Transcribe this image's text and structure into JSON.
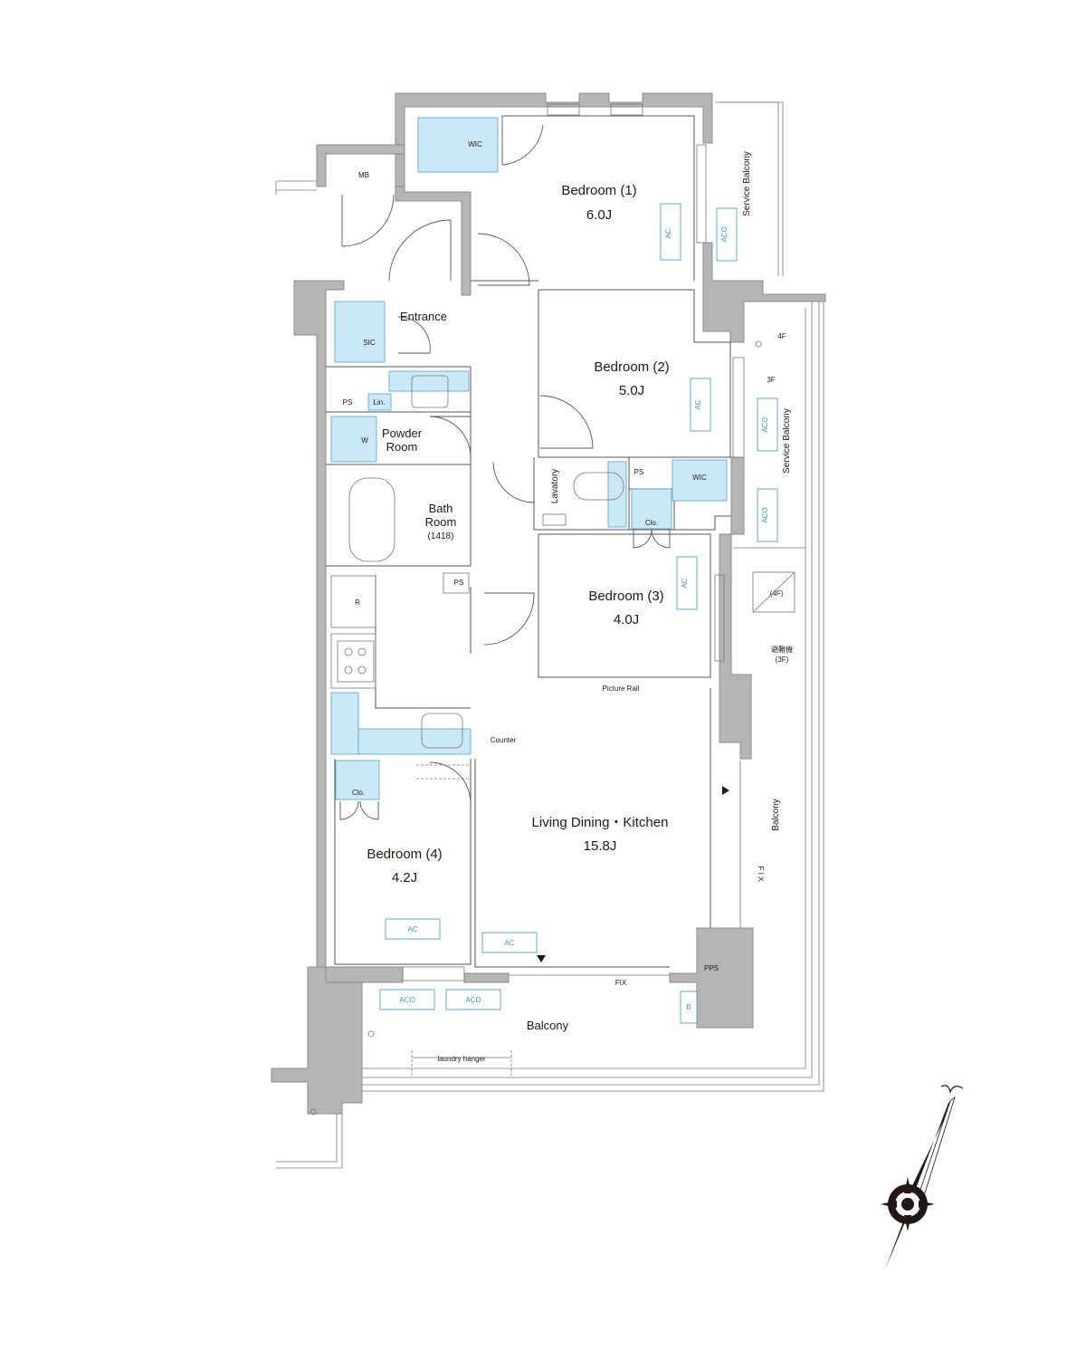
{
  "rooms": {
    "bedroom1": {
      "name": "Bedroom (1)",
      "size": "6.0J"
    },
    "bedroom2": {
      "name": "Bedroom (2)",
      "size": "5.0J"
    },
    "bedroom3": {
      "name": "Bedroom (3)",
      "size": "4.0J"
    },
    "bedroom4": {
      "name": "Bedroom (4)",
      "size": "4.2J"
    },
    "ldk": {
      "name": "Living Dining・Kitchen",
      "size": "15.8J"
    },
    "entrance": "Entrance",
    "powder_room": [
      "Powder",
      "Room"
    ],
    "bath_room": [
      "Bath",
      "Room",
      "(1418)"
    ],
    "lavatory": "Lavatory"
  },
  "fixtures": {
    "wic": "WIC",
    "mb": "MB",
    "sic": "SIC",
    "ps": "PS",
    "lin": "Lin.",
    "w": "W",
    "clo": "Clo.",
    "r": "R",
    "counter": "Counter",
    "picture_rail": "Picture Rail",
    "fix": "FIX",
    "fix_vertical": "F I X",
    "pps": "PPS",
    "b": "B",
    "laundry_hanger": "laundry hanger",
    "evac_4f": "(4F)",
    "evac_device": "避難機",
    "evac_3f": "(3F)"
  },
  "balconies": {
    "service_top": "Service Balcony",
    "service_right": "Service Balcony",
    "side": "Balcony",
    "bottom": "Balcony"
  },
  "equipment": {
    "ac": "AC",
    "aco": "ACO"
  },
  "floors": {
    "f4": "4F",
    "f3": "3F"
  },
  "colors": {
    "wall": "#b5b5b5",
    "fixture_fill": "#cbe8f7",
    "ac_blue": "#2a9bd6",
    "text": "#231815"
  },
  "compass_icon": "compass-rose-icon"
}
